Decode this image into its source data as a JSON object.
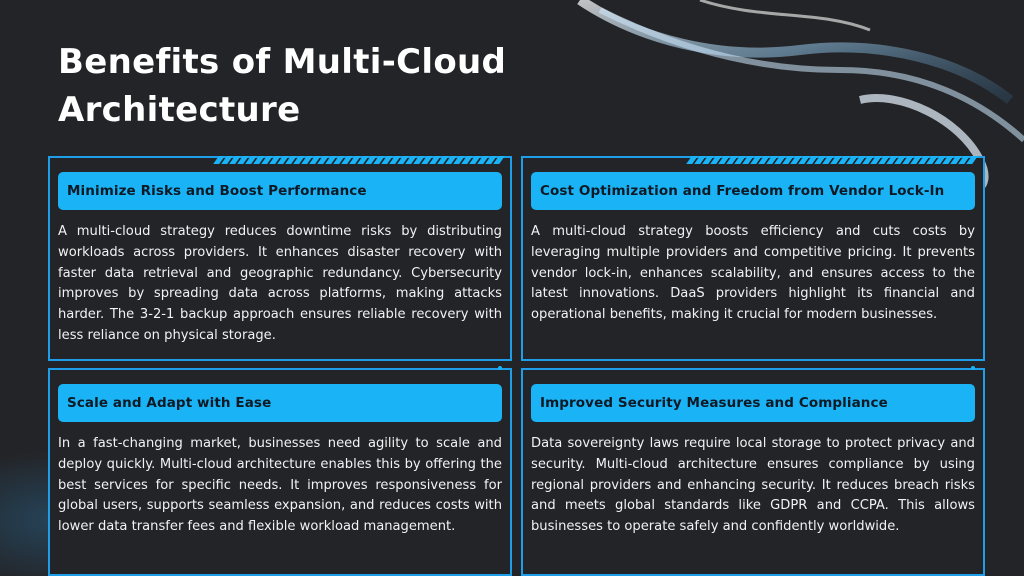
{
  "title": "Benefits of Multi-Cloud Architecture",
  "colors": {
    "background": "#232427",
    "accent": "#1ab3f5",
    "border": "#1e9ee8",
    "heading_text": "#0d1a26",
    "body_text": "#f1f2f4"
  },
  "cards": [
    {
      "heading": "Minimize Risks and Boost Performance",
      "body": "A multi-cloud strategy reduces downtime risks by distributing workloads across providers. It enhances disaster recovery with faster data retrieval and geographic redundancy. Cybersecurity improves by spreading data across platforms, making attacks harder. The 3-2-1 backup approach ensures reliable recovery with less reliance on physical storage."
    },
    {
      "heading": "Cost Optimization and Freedom from Vendor Lock-In",
      "body": "A multi-cloud strategy boosts efficiency and cuts costs by leveraging multiple providers and competitive pricing. It prevents vendor lock-in, enhances scalability, and ensures access to the latest innovations. DaaS providers highlight its financial and operational benefits, making it crucial for modern businesses."
    },
    {
      "heading": "Scale and Adapt with Ease",
      "body": "In a fast-changing market, businesses need agility to scale and deploy quickly. Multi-cloud architecture enables this by offering the best services for specific needs. It improves responsiveness for global users, supports seamless expansion, and reduces costs with lower data transfer fees and flexible workload management."
    },
    {
      "heading": "Improved Security Measures and Compliance",
      "body": "Data sovereignty laws require local storage to protect privacy and security. Multi-cloud architecture ensures compliance by using regional providers and enhancing security. It reduces breach risks and meets global standards like GDPR and CCPA. This allows businesses to operate safely and confidently worldwide."
    }
  ]
}
